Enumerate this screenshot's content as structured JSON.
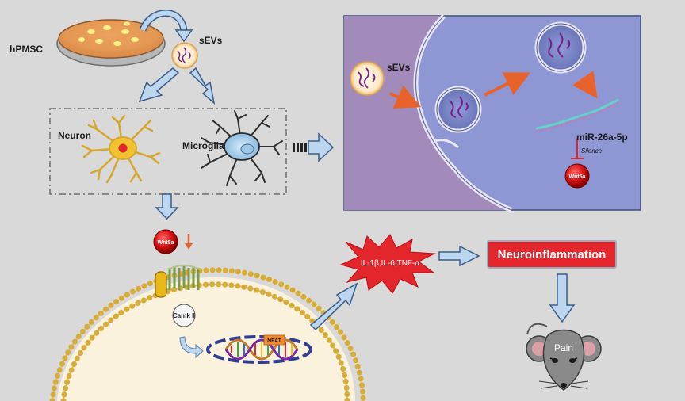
{
  "labels": {
    "hpmsc": "hPMSC",
    "sevs_top": "sEVs",
    "sevs_panel": "sEVs",
    "neuron": "Neuron",
    "microglia": "Microglia",
    "mirna": "miR-26a-5p",
    "silence": "Silence",
    "wnt_panel": "Wnt5a",
    "wnt_main": "Wnt5a",
    "camk": "Camk Ⅱ",
    "nfat": "NFAT",
    "cytokines": "IL-1β,IL-6,TNF-α",
    "neuroinflammation": "Neuroinflammation",
    "pain": "Pain"
  },
  "colors": {
    "background": "#d9d9d9",
    "panel": "#7f87c2",
    "panel_border": "#3c4f7a",
    "red_accent": "#e3262b",
    "arrow_orange": "#e8632b",
    "arrow_blue_fill": "#bcd6f0",
    "arrow_blue_stroke": "#5b7fa6",
    "membrane": "#d9b85a"
  }
}
